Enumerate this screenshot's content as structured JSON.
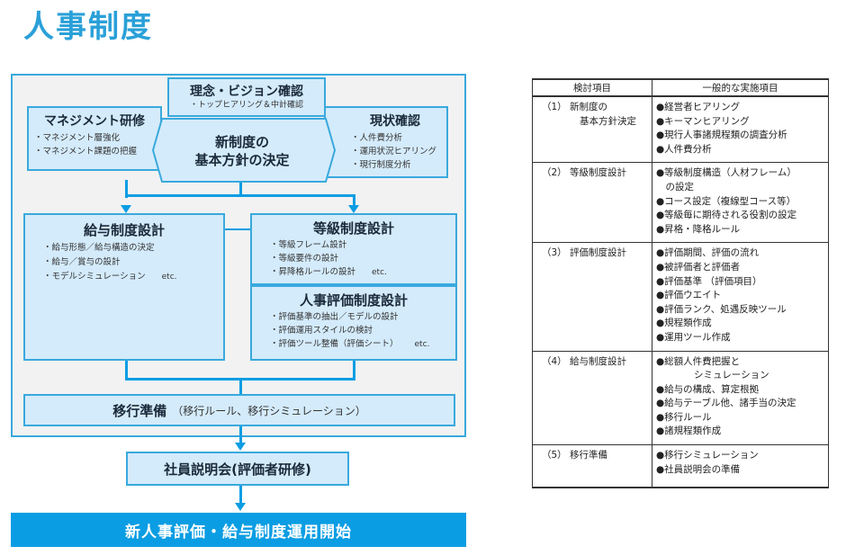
{
  "page_title": "人事制度",
  "diagram": {
    "vision": {
      "title": "理念・ビジョン確認",
      "items": [
        "・トップヒアリング＆中計確認"
      ]
    },
    "management": {
      "title": "マネジメント研修",
      "items": [
        "・マネジメント層強化",
        "・マネジメント課題の把握"
      ]
    },
    "current": {
      "title": "現状確認",
      "items": [
        "・人件費分析",
        "・運用状況ヒアリング",
        "・現行制度分析"
      ]
    },
    "policy": {
      "title_line1": "新制度の",
      "title_line2": "基本方針の決定"
    },
    "salary": {
      "title": "給与制度設計",
      "items": [
        "・給与形態／給与構造の決定",
        "・給与／賞与の設計",
        "・モデルシミュレーション"
      ],
      "etc": "etc."
    },
    "grade": {
      "title": "等級制度設計",
      "items": [
        "・等級フレーム設計",
        "・等級要件の設計",
        "・昇降格ルールの設計"
      ],
      "etc": "etc."
    },
    "evaluation": {
      "title": "人事評価制度設計",
      "items": [
        "・評価基準の抽出／モデルの設計",
        "・評価運用スタイルの検討",
        "・評価ツール整備（評価シート）"
      ],
      "etc": "etc."
    },
    "transition": {
      "title": "移行準備",
      "sub": "（移行ルール、移行シミュレーション）"
    },
    "briefing": {
      "title": "社員説明会(評価者研修)"
    },
    "start": {
      "title": "新人事評価・給与制度運用開始"
    }
  },
  "table": {
    "headers": [
      "検討項目",
      "一般的な実施項目"
    ],
    "rows": [
      {
        "item": [
          "（1） 新制度の",
          "基本方針決定"
        ],
        "actions": [
          "●経営者ヒアリング",
          "●キーマンヒアリング",
          "●現行人事諸規程類の調査分析",
          "●人件費分析"
        ]
      },
      {
        "item": [
          "（2） 等級制度設計"
        ],
        "actions": [
          "●等級制度構造（人材フレーム）",
          "　の設定",
          "●コース設定（複線型コース等）",
          "●等級毎に期待される役割の設定",
          "●昇格・降格ルール"
        ]
      },
      {
        "item": [
          "（3） 評価制度設計"
        ],
        "actions": [
          "●評価期間、評価の流れ",
          "●被評価者と評価者",
          "●評価基準 （評価項目）",
          "●評価ウエイト",
          "●評価ランク、処遇反映ツール",
          "●規程類作成",
          "●運用ツール作成"
        ]
      },
      {
        "item": [
          "（4） 給与制度設計"
        ],
        "actions": [
          "●総額人件費把握と",
          "　　　　シミュレーション",
          "●給与の構成、算定根拠",
          "●給与テーブル他、諸手当の決定",
          "●移行ルール",
          "●諸規程類作成"
        ]
      },
      {
        "item": [
          "（5） 移行準備"
        ],
        "actions": [
          "●移行シミュレーション",
          "●社員説明会の準備"
        ]
      }
    ]
  }
}
